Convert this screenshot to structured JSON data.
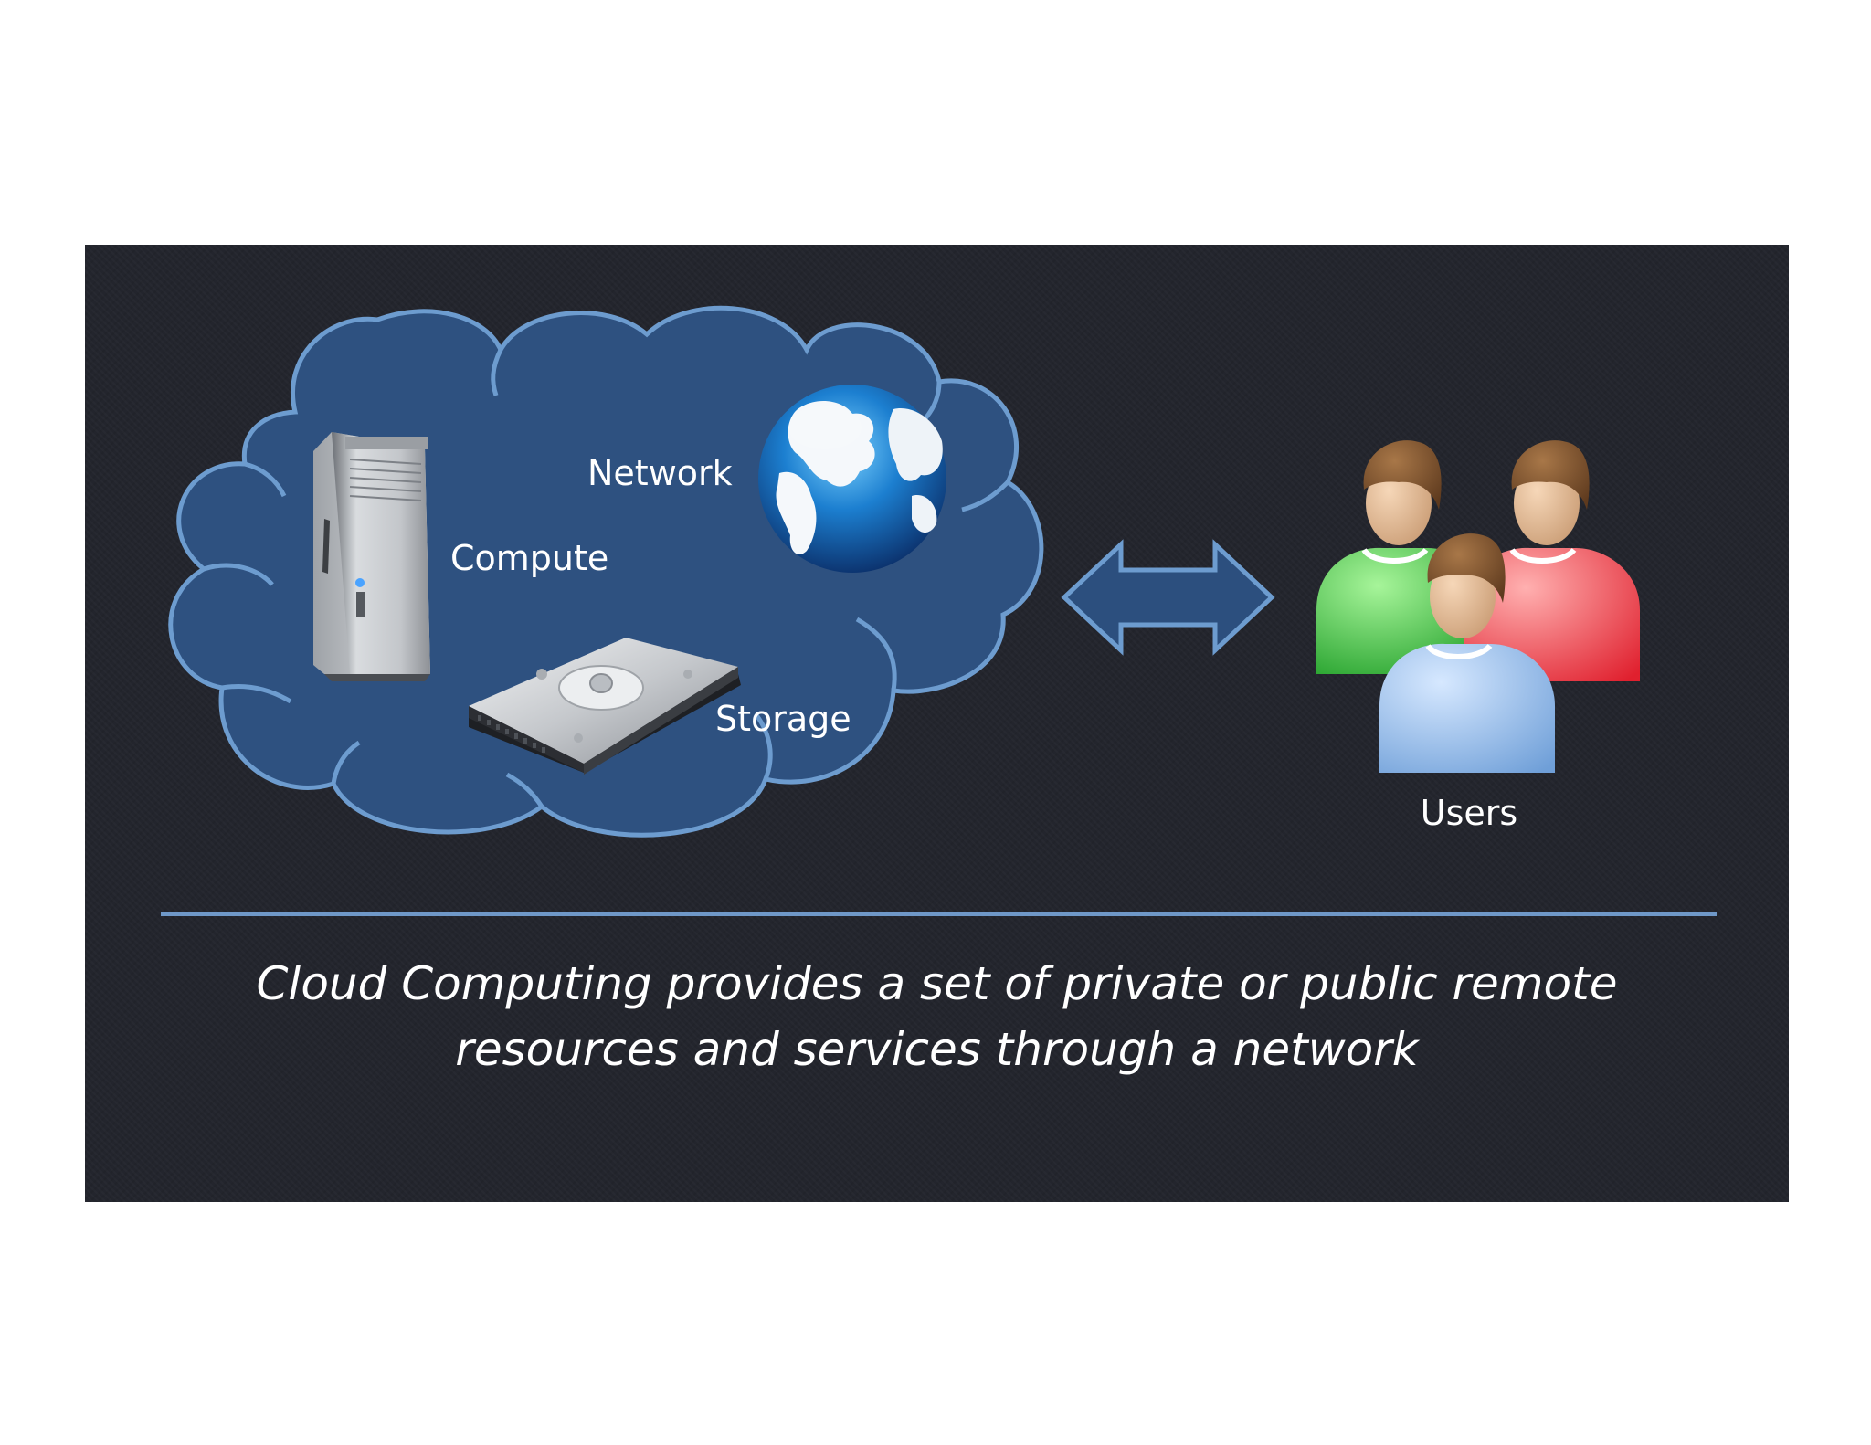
{
  "diagram": {
    "cloud_items": {
      "compute": "Compute",
      "network": "Network",
      "storage": "Storage"
    },
    "users_label": "Users",
    "icons": [
      "cloud-icon",
      "server-tower-icon",
      "globe-icon",
      "hard-drive-icon",
      "bidirectional-arrow-icon",
      "user-group-icon"
    ],
    "colors": {
      "slide_background": "#23252d",
      "cloud_fill": "#2e5180",
      "cloud_outline": "#6d9ccf",
      "arrow_fill": "#2c4f7e",
      "arrow_outline": "#6d9ccf",
      "user_green": "#3bbf3b",
      "user_red": "#e83a45",
      "user_blue": "#8ab4e6"
    }
  },
  "caption": {
    "line1": "Cloud Computing provides a set of private or public remote",
    "line2": "resources and services through a network"
  }
}
